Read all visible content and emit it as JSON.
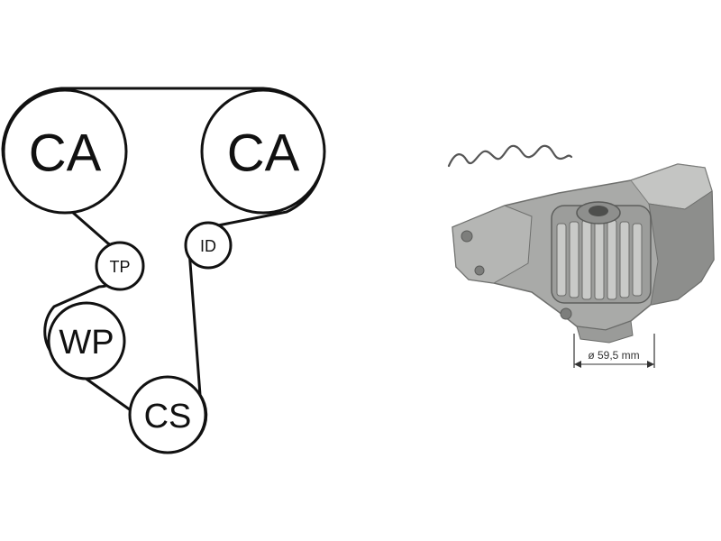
{
  "diagram": {
    "pulleys": [
      {
        "id": "ca-left",
        "label": "CA"
      },
      {
        "id": "ca-right",
        "label": "CA"
      },
      {
        "id": "tp",
        "label": "TP"
      },
      {
        "id": "id",
        "label": "ID"
      },
      {
        "id": "wp",
        "label": "WP"
      },
      {
        "id": "cs",
        "label": "CS"
      }
    ]
  },
  "pump": {
    "dimension_label": "ø 59,5 mm"
  },
  "colors": {
    "belt": "#111111",
    "pulley_stroke": "#111111",
    "pump_body": "#a9aaa8",
    "pump_shadow": "#7d7e7c",
    "pump_highlight": "#cfd0ce",
    "gasket": "#555555"
  }
}
